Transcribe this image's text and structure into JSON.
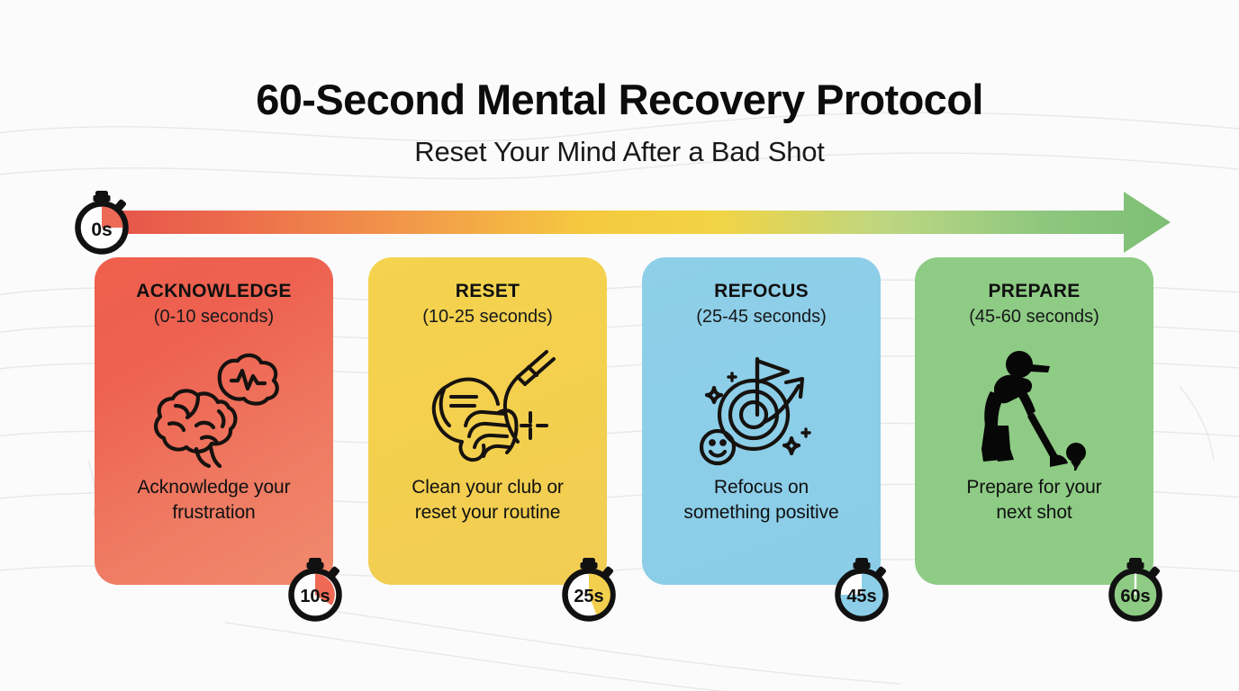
{
  "header": {
    "title": "60-Second Mental Recovery Protocol",
    "subtitle": "Reset Your Mind After a Bad Shot"
  },
  "timeline": {
    "start_badge": {
      "label": "0s",
      "name": "stopwatch-0s"
    },
    "gradient": [
      "#e8554a",
      "#f0834e",
      "#f4c341",
      "#f2d44a",
      "#a9cf8e",
      "#82c07a"
    ],
    "arrow_direction": "right"
  },
  "cards": [
    {
      "title": "ACKNOWLEDGE",
      "range": "(0-10 seconds)",
      "desc_line1": "Acknowledge your",
      "desc_line2": "frustration",
      "icon": "brain-thought-bubble-icon",
      "color": "#ee6150",
      "badge": {
        "label": "10s",
        "fill_fraction": 0.22
      }
    },
    {
      "title": "RESET",
      "range": "(10-25 seconds)",
      "desc_line1": "Clean your club or",
      "desc_line2": "reset your routine",
      "icon": "hand-cleaning-club-icon",
      "color": "#f3cf4e",
      "badge": {
        "label": "25s",
        "fill_fraction": 0.4
      }
    },
    {
      "title": "REFOCUS",
      "range": "(25-45 seconds)",
      "desc_line1": "Refocus on",
      "desc_line2": "something positive",
      "icon": "target-flag-arrow-icon",
      "color": "#8ccee8",
      "badge": {
        "label": "45s",
        "fill_fraction": 0.75
      }
    },
    {
      "title": "PREPARE",
      "range": "(45-60 seconds)",
      "desc_line1": "Prepare for your",
      "desc_line2": "next shot",
      "icon": "golfer-silhouette-icon",
      "color": "#8ecb84",
      "badge": {
        "label": "60s",
        "fill_fraction": 1.0
      }
    }
  ]
}
